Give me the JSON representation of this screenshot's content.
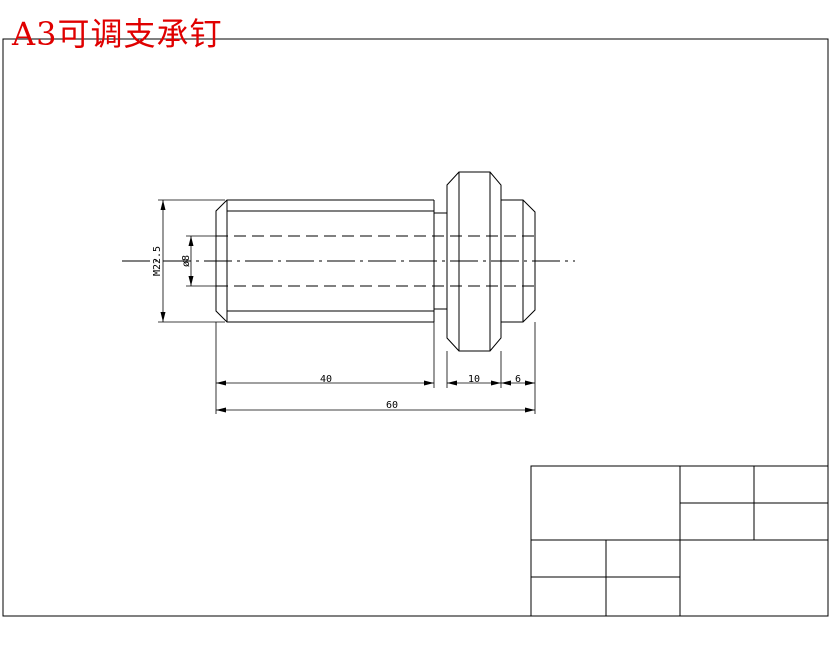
{
  "title": "A3可调支承钉",
  "dimensions": {
    "thread_diameter": "M22.5",
    "bore_diameter": "ø8",
    "threaded_length": "40",
    "collar_width": "10",
    "tail_length": "6",
    "overall_length": "60"
  }
}
